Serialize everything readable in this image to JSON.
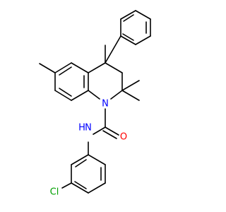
{
  "colors": {
    "bond": "#000000",
    "carbon_label": "#000000",
    "nitrogen": "#0000ff",
    "oxygen": "#ff0000",
    "chlorine": "#00a000",
    "hydrogen": "#0000ff",
    "background": "#ffffff"
  },
  "atom_labels": {
    "ring_nitrogen": "N",
    "amide_nitrogen": "N",
    "amide_hydrogen": "H",
    "carbonyl_oxygen": "O",
    "chlorine": "Cl"
  }
}
